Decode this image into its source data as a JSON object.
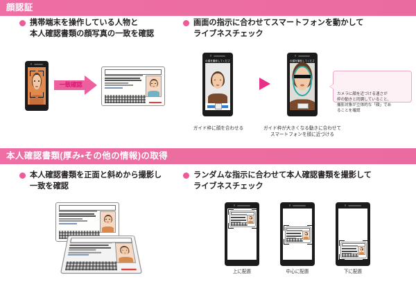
{
  "sections": [
    {
      "id": "face-auth",
      "title": "顔認証",
      "bullets": [
        {
          "text": "携帯端末を操作している人物と\n本人確認書類の顔写真の一致を確認"
        },
        {
          "text": "画面の指示に合わせてスマートフォンを動かして\nライブネスチェック"
        }
      ],
      "arrow_label": "一致確認",
      "captions": [
        "ガイド枠に顔を合わせる",
        "ガイド枠が大きくなる動きに合わせて\nスマートフォンを顔に近づける"
      ],
      "callout": "カメラに顔を近づける速さが\n枠の動きと同調していること、\n撮影対象が立体的な「顔」であ\nることを確認",
      "phone_app_title": "の顔を撮影してください"
    },
    {
      "id": "id-document",
      "title": "本人確認書類(厚み・その他の情報)の取得",
      "bullets": [
        {
          "text": "本人確認書類を正面と斜めから撮影し\n一致を確認"
        },
        {
          "text": "ランダムな指示に合わせて本人確認書類を撮影して\nライブネスチェック"
        }
      ],
      "captions": [
        "上に配置",
        "中心に配置",
        "下に配置"
      ]
    }
  ],
  "colors": {
    "bar_pink": "#ec6d9f",
    "bullet_pink": "#ef5a9a",
    "arrow_pink": "#ee5f9d",
    "triangle_pink": "#e8308a",
    "text_dark": "#231f20",
    "callout_bg": "#fdf1f6",
    "callout_border": "#e8a9c6"
  },
  "icons": {
    "bullet": "filled-circle-bullet",
    "arrow_right": "right-arrow",
    "triangle_right": "right-triangle"
  }
}
